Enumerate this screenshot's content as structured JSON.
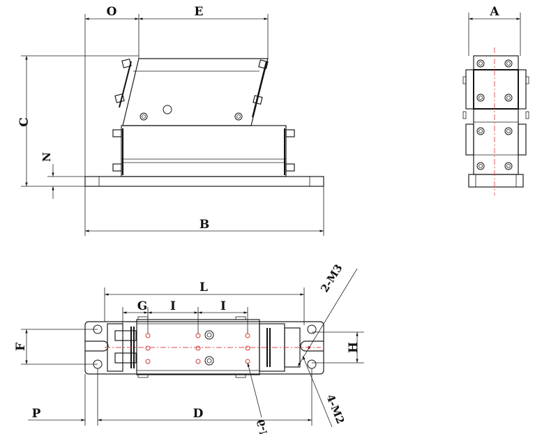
{
  "dimension_labels": {
    "O": "O",
    "E": "E",
    "A": "A",
    "C": "C",
    "N": "N",
    "B": "B",
    "L": "L",
    "G": "G",
    "I1": "I",
    "I2": "I",
    "F": "F",
    "H": "H",
    "P": "P",
    "D": "D"
  },
  "callouts": {
    "thread_2m3": "2-M3",
    "thread_6m1": "6-M1",
    "thread_4m2": "4-M2"
  },
  "colors": {
    "line": "#1a1a1a",
    "centerline": "#e04a4a",
    "hole_marker": "#d23a3a",
    "background": "#ffffff"
  }
}
